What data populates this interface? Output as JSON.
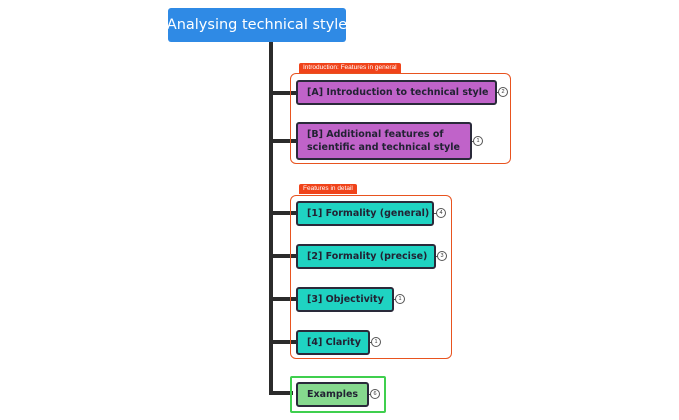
{
  "root": {
    "title": "Analysing technical style"
  },
  "groups": [
    {
      "label": "Introduction: Features in general"
    },
    {
      "label": "Features in detail"
    }
  ],
  "nodes": [
    {
      "label": "[A] Introduction to technical style",
      "count": "2"
    },
    {
      "label": "[B] Additional features of scientific and technical style",
      "count": "1"
    },
    {
      "label": "[1] Formality (general)",
      "count": "4"
    },
    {
      "label": "[2] Formality (precise)",
      "count": "3"
    },
    {
      "label": "[3] Objectivity",
      "count": "1"
    },
    {
      "label": "[4] Clarity",
      "count": "1"
    },
    {
      "label": "Examples",
      "count": "6"
    }
  ],
  "colors": {
    "root": "#2f8ae5",
    "group_border": "#e8531f",
    "group_label": "#f0431a",
    "intro_nodes": "#c063c9",
    "detail_nodes": "#1fd3c2",
    "examples_node": "#86d98e",
    "examples_border": "#3fcf4e",
    "connector": "#2b2b2b"
  }
}
